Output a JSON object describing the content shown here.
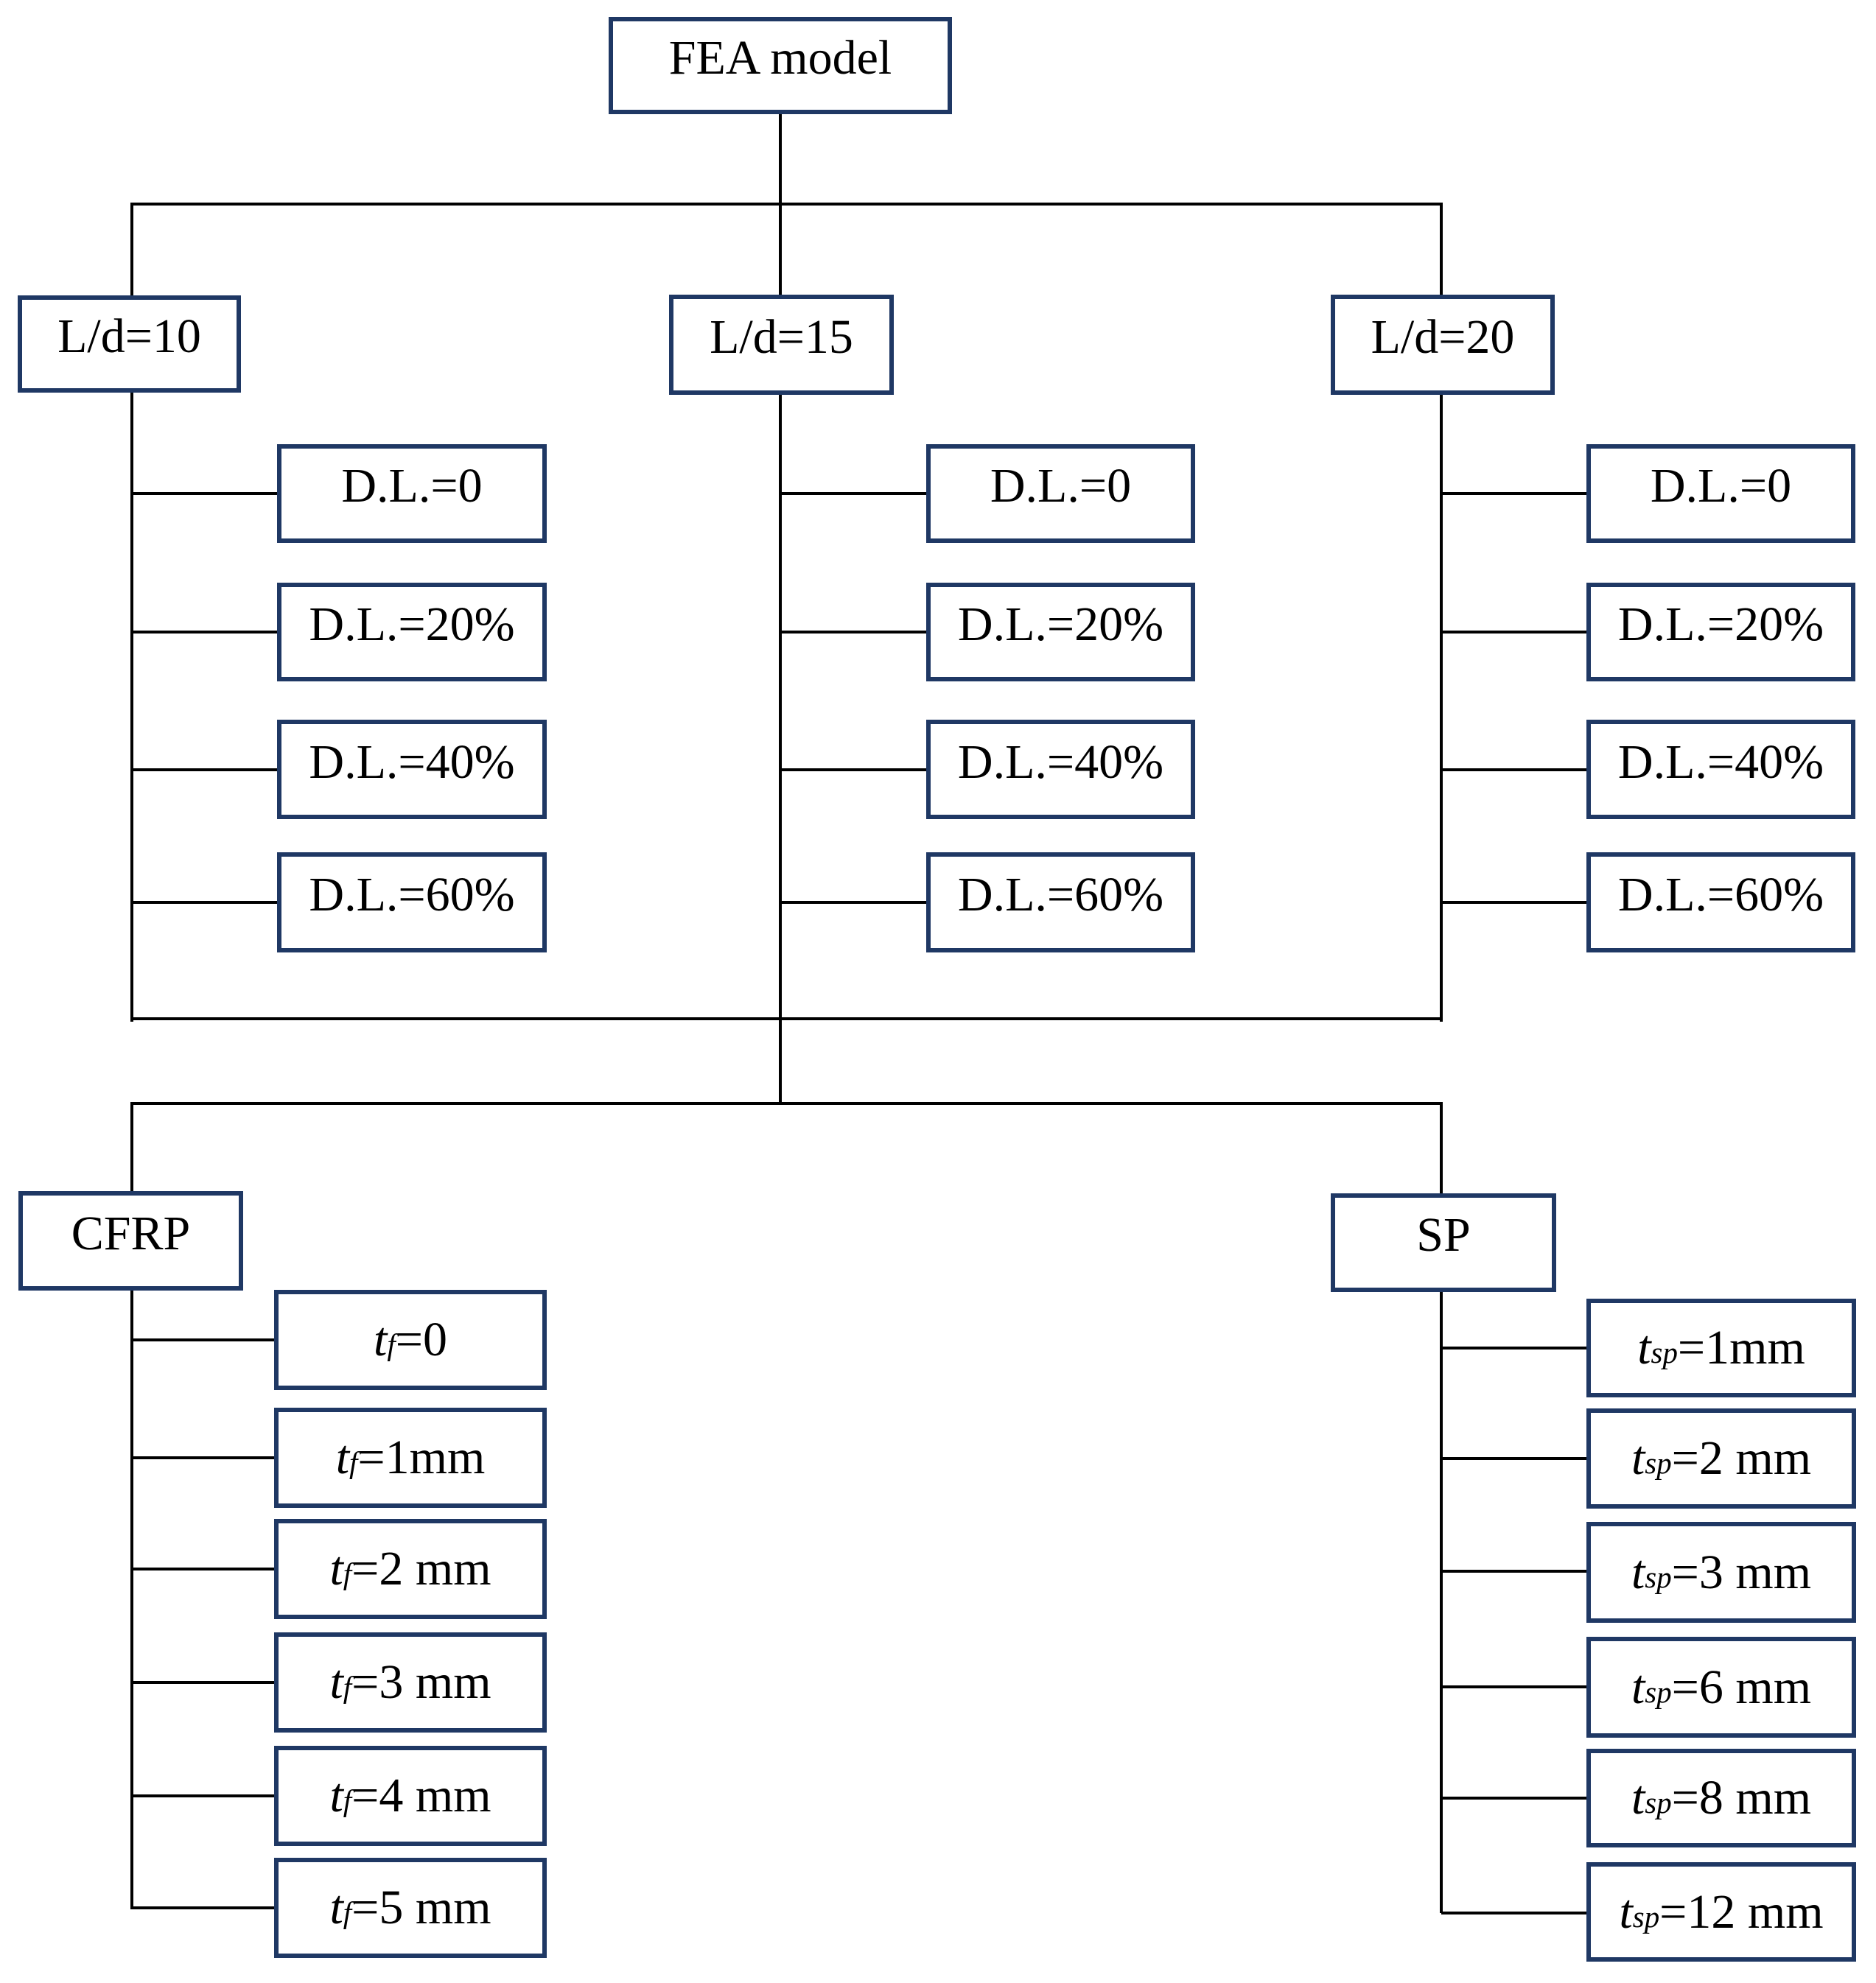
{
  "figure": {
    "colors": {
      "box_border": "#1f3864",
      "connector_line": "#000000",
      "background": "#ffffff",
      "text": "#000000"
    },
    "root": {
      "label": "FEA model"
    },
    "slenderness": [
      {
        "label": "L/d=10",
        "children": [
          "D.L.=0",
          "D.L.=20%",
          "D.L.=40%",
          "D.L.=60%"
        ]
      },
      {
        "label": "L/d=15",
        "children": [
          "D.L.=0",
          "D.L.=20%",
          "D.L.=40%",
          "D.L.=60%"
        ]
      },
      {
        "label": "L/d=20",
        "children": [
          "D.L.=0",
          "D.L.=20%",
          "D.L.=40%",
          "D.L.=60%"
        ]
      }
    ],
    "strengthening": [
      {
        "label": "CFRP",
        "items": [
          {
            "var": "t",
            "sub": "f",
            "value": "=0"
          },
          {
            "var": "t",
            "sub": "f",
            "value": "=1mm"
          },
          {
            "var": "t",
            "sub": "f",
            "value": "=2 mm"
          },
          {
            "var": "t",
            "sub": "f",
            "value": "=3 mm"
          },
          {
            "var": "t",
            "sub": "f",
            "value": "=4 mm"
          },
          {
            "var": "t",
            "sub": "f",
            "value": "=5 mm"
          }
        ]
      },
      {
        "label": "SP",
        "items": [
          {
            "var": "t",
            "sub": "sp",
            "value": "=1mm"
          },
          {
            "var": "t",
            "sub": "sp",
            "value": "=2 mm"
          },
          {
            "var": "t",
            "sub": "sp",
            "value": "=3 mm"
          },
          {
            "var": "t",
            "sub": "sp",
            "value": "=6 mm"
          },
          {
            "var": "t",
            "sub": "sp",
            "value": "=8 mm"
          },
          {
            "var": "t",
            "sub": "sp",
            "value": "=12 mm"
          }
        ]
      }
    ]
  }
}
